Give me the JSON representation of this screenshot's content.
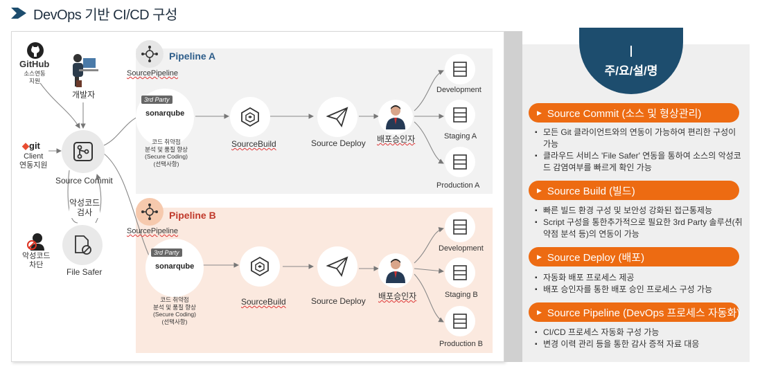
{
  "title": "DevOps 기반 CI/CD 구성",
  "actors": {
    "github": {
      "name": "GitHub",
      "note": "소스연동\n지원"
    },
    "developer": "개발자",
    "git": {
      "name": "git",
      "note": "Client\n연동지원"
    },
    "source_commit": "Source Commit",
    "malware_check": "악성코드\n검사",
    "malware_block": "악성코드\n차단",
    "file_safer": "File Safer"
  },
  "pipelines": [
    {
      "title": "Pipeline A",
      "source": "SourcePipeline",
      "third_party": "3rd Party",
      "sonar": "sonarqube",
      "sonar_note": "코드 취약점\n분석 및 품질 향상\n(Secure Coding)\n(선택사항)",
      "build": "SourceBuild",
      "deploy": "Source Deploy",
      "approver": "배포승인자",
      "targets": [
        "Development",
        "Staging A",
        "Production A"
      ]
    },
    {
      "title": "Pipeline B",
      "source": "SourcePipeline",
      "third_party": "3rd Party",
      "sonar": "sonarqube",
      "sonar_note": "코드 취약점\n분석 및 품질 향상\n(Secure Coding)\n(선택사항)",
      "build": "SourceBuild",
      "deploy": "Source Deploy",
      "approver": "배포승인자",
      "targets": [
        "Development",
        "Staging B",
        "Production B"
      ]
    }
  ],
  "summary": {
    "title": "주/요/설/명",
    "sections": [
      {
        "heading": "Source Commit (소스 및 형상관리)",
        "bullets": [
          "모든 Git 클라이언트와의 연동이 가능하여 편리한 구성이 가능",
          "클라우드 서비스 'File Safer' 연동을 통하여 소스의 악성코드 감염여부를 빠르게 확인 가능"
        ]
      },
      {
        "heading": "Source Build (빌드)",
        "bullets": [
          "빠른 빌드 환경 구성 및 보안성 강화된 접근통제능",
          "Script 구성을 통한추가적으로 필요한 3rd Party 솔루션(취약점 분석 등)의 연동이 가능"
        ]
      },
      {
        "heading": "Source Deploy (배포)",
        "bullets": [
          "자동화 배포 프로세스 제공",
          "배포 승인자를 통한 배포 승인 프로세스 구성 가능"
        ]
      },
      {
        "heading": "Source Pipeline (DevOps 프로세스 자동화)",
        "bullets": [
          "CI/CD 프로세스 자동화 구성 가능",
          "변경 이력 관리 등을 통한 감사 증적 자료 대응"
        ]
      }
    ]
  },
  "colors": {
    "accent": "#ed6b12",
    "navy": "#1d4d6e",
    "pipeline_a": "#2e5d8a",
    "pipeline_b": "#c0392b"
  }
}
